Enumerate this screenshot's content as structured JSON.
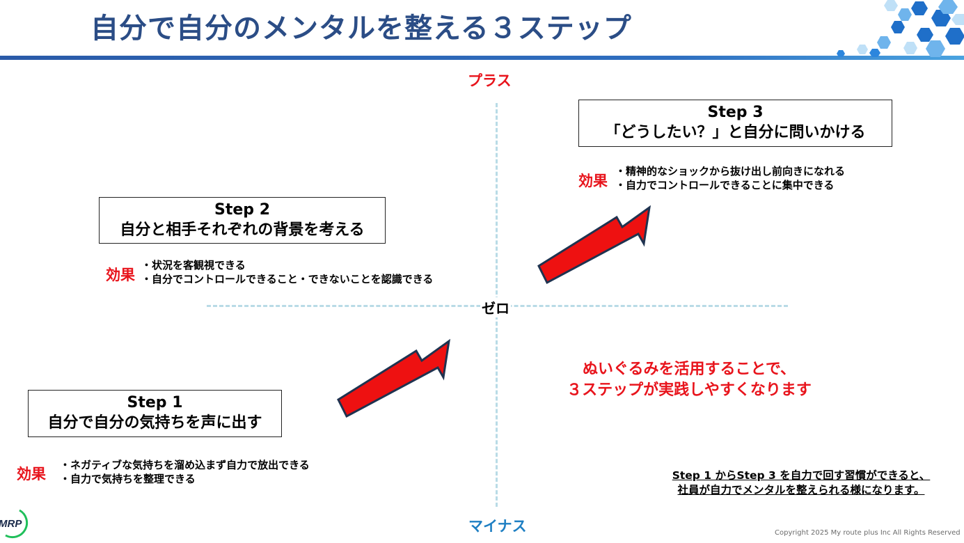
{
  "title": "自分で自分のメンタルを整える３ステップ",
  "axis": {
    "plus": "プラス",
    "minus": "マイナス",
    "zero": "ゼロ"
  },
  "effect_label": "効果",
  "steps": [
    {
      "step": "Step 1",
      "heading": "自分で自分の気持ちを声に出す",
      "effects": [
        "・ネガティブな気持ちを溜め込まず自力で放出できる",
        "・自力で気持ちを整理できる"
      ]
    },
    {
      "step": "Step 2",
      "heading": "自分と相手それぞれの背景を考える",
      "effects": [
        "・状況を客観視できる",
        "・自分でコントロールできること・できないことを認識できる"
      ]
    },
    {
      "step": "Step 3",
      "heading": "「どうしたい？」と自分に問いかける",
      "effects": [
        "・精神的なショックから抜け出し前向きになれる",
        "・自力でコントロールできることに集中できる"
      ]
    }
  ],
  "highlight": [
    "ぬいぐるみを活用することで、",
    "３ステップが実践しやすくなります"
  ],
  "summary": [
    "Step 1 からStep 3 を自力で回す習慣ができると、",
    "社員が自力でメンタルを整えられる様になります。"
  ],
  "logo_text": "MRP",
  "copyright": "Copyright 2025 My route plus Inc All Rights Reserved",
  "colors": {
    "title": "#2b4d86",
    "accent_red": "#e8141c",
    "minus_blue": "#1e7fc3",
    "axis": "#b9dbe6",
    "arrow": "#ee1111"
  }
}
